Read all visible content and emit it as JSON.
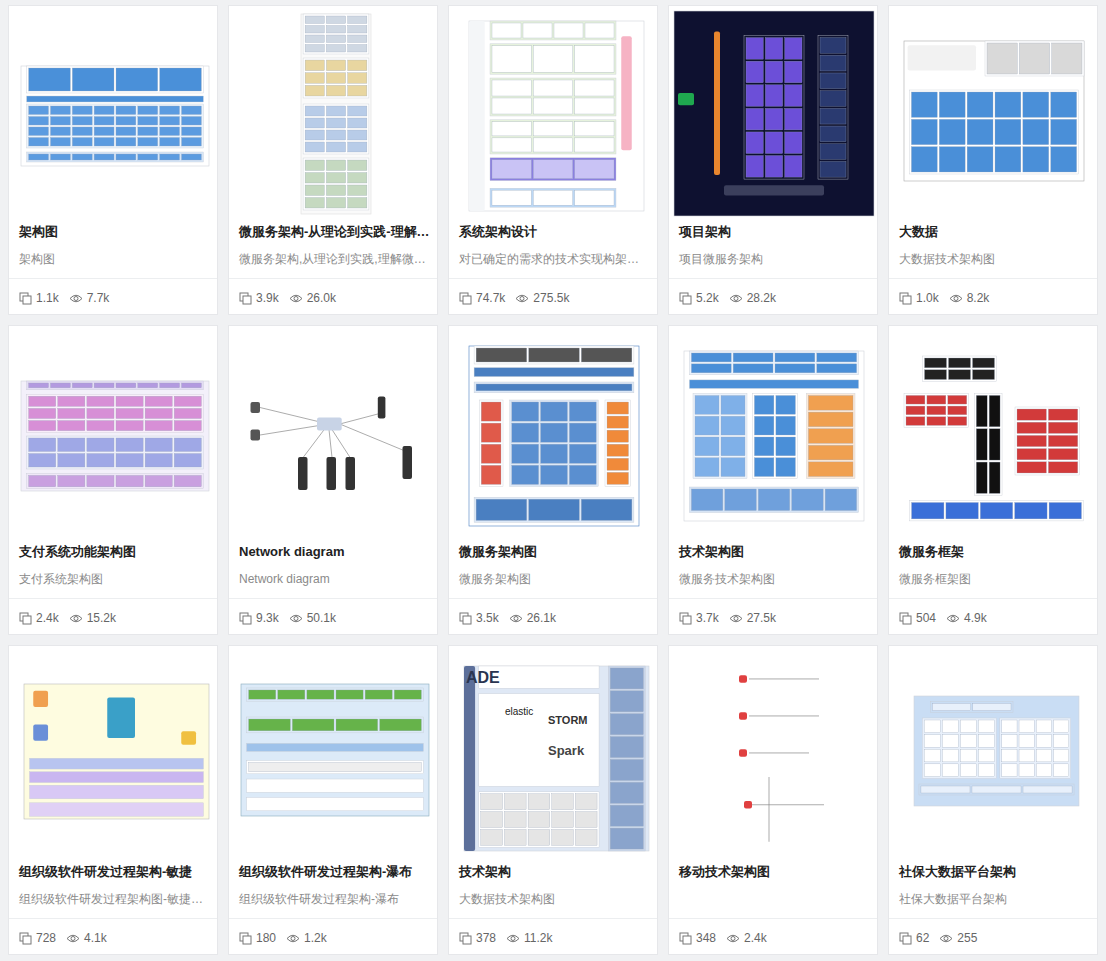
{
  "diagram": {
    "nodes": [
      {
        "text": [
          "架构图",
          "架构图",
          "1.1k",
          "7.7k"
        ]
      },
      {
        "text": [
          "微服务架构-从理论到实践-理解…",
          "微服务架构,从理论到实践,理解微…",
          "3.9k",
          "26.0k"
        ]
      },
      {
        "text": [
          "系统架构设计",
          "对已确定的需求的技术实现构架…",
          "74.7k",
          "275.5k"
        ]
      },
      {
        "text": [
          "项目架构",
          "项目微服务架构",
          "5.2k",
          "28.2k"
        ]
      },
      {
        "text": [
          "大数据",
          "大数据技术架构图",
          "1.0k",
          "8.2k"
        ]
      },
      {
        "text": [
          "支付系统功能架构图",
          "支付系统架构图",
          "2.4k",
          "15.2k"
        ]
      },
      {
        "text": [
          "Network diagram",
          "Network diagram",
          "9.3k",
          "50.1k"
        ]
      },
      {
        "text": [
          "微服务架构图",
          "微服务架构图",
          "3.5k",
          "26.1k"
        ]
      },
      {
        "text": [
          "技术架构图",
          "微服务技术架构图",
          "3.7k",
          "27.5k"
        ]
      },
      {
        "text": [
          "微服务框架",
          "微服务框架图",
          "504",
          "4.9k"
        ]
      },
      {
        "text": [
          "组织级软件研发过程架构-敏捷",
          "组织级软件研发过程架构图-敏捷…",
          "728",
          "4.1k"
        ]
      },
      {
        "text": [
          "组织级软件研发过程架构-瀑布",
          "组织级软件研发过程架构-瀑布",
          "180",
          "1.2k"
        ]
      },
      {
        "text": [
          "技术架构",
          "大数据技术架构图",
          "378",
          "11.2k"
        ]
      },
      {
        "text": [
          "移动技术架构图",
          "348",
          "2.4k"
        ]
      },
      {
        "text": [
          "社保大数据平台架构",
          "社保大数据平台架构",
          "62",
          "255"
        ]
      }
    ],
    "labels": [
      "ADE",
      "elastic",
      "STORM",
      "Spark"
    ]
  }
}
